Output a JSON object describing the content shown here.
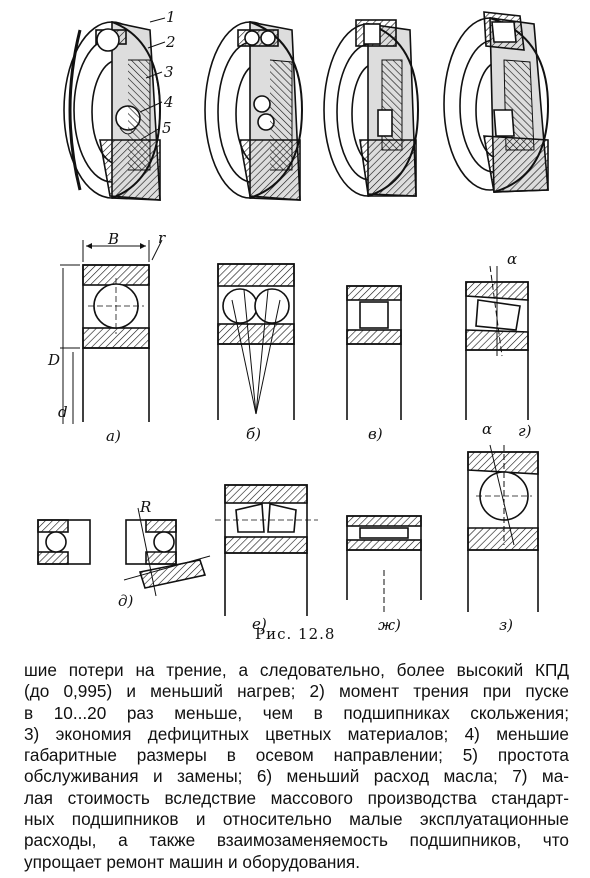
{
  "figure": {
    "caption": "Рис. 12.8",
    "callouts": [
      "1",
      "2",
      "3",
      "4",
      "5"
    ],
    "dimension_labels": {
      "B": "B",
      "r": "r",
      "D": "D",
      "d": "d",
      "alpha1": "α",
      "alpha2": "α",
      "R": "R"
    },
    "subfigure_labels": {
      "a": "а)",
      "b": "б)",
      "v": "в)",
      "g": "г)",
      "d": "д)",
      "e": "е)",
      "zh": "ж)",
      "z": "з)"
    }
  },
  "body_lines": [
    "шие потери на трение, а следовательно, более высокий КПД",
    "(до 0,995) и меньший нагрев; 2) момент трения при пуске",
    "в 10...20 раз меньше, чем в подшипниках скольжения;",
    "3) экономия дефицитных цветных материалов; 4) меньшие",
    "габаритные размеры в осевом направлении; 5) простота",
    "обслуживания и замены; 6) меньший расход масла; 7) ма-",
    "лая стоимость вследствие массового производства стандарт-",
    "ных подшипников и относительно малые эксплуатационные",
    "расходы, а также взаимозаменяемость подшипников, что",
    "упрощает ремонт машин и оборудования."
  ]
}
